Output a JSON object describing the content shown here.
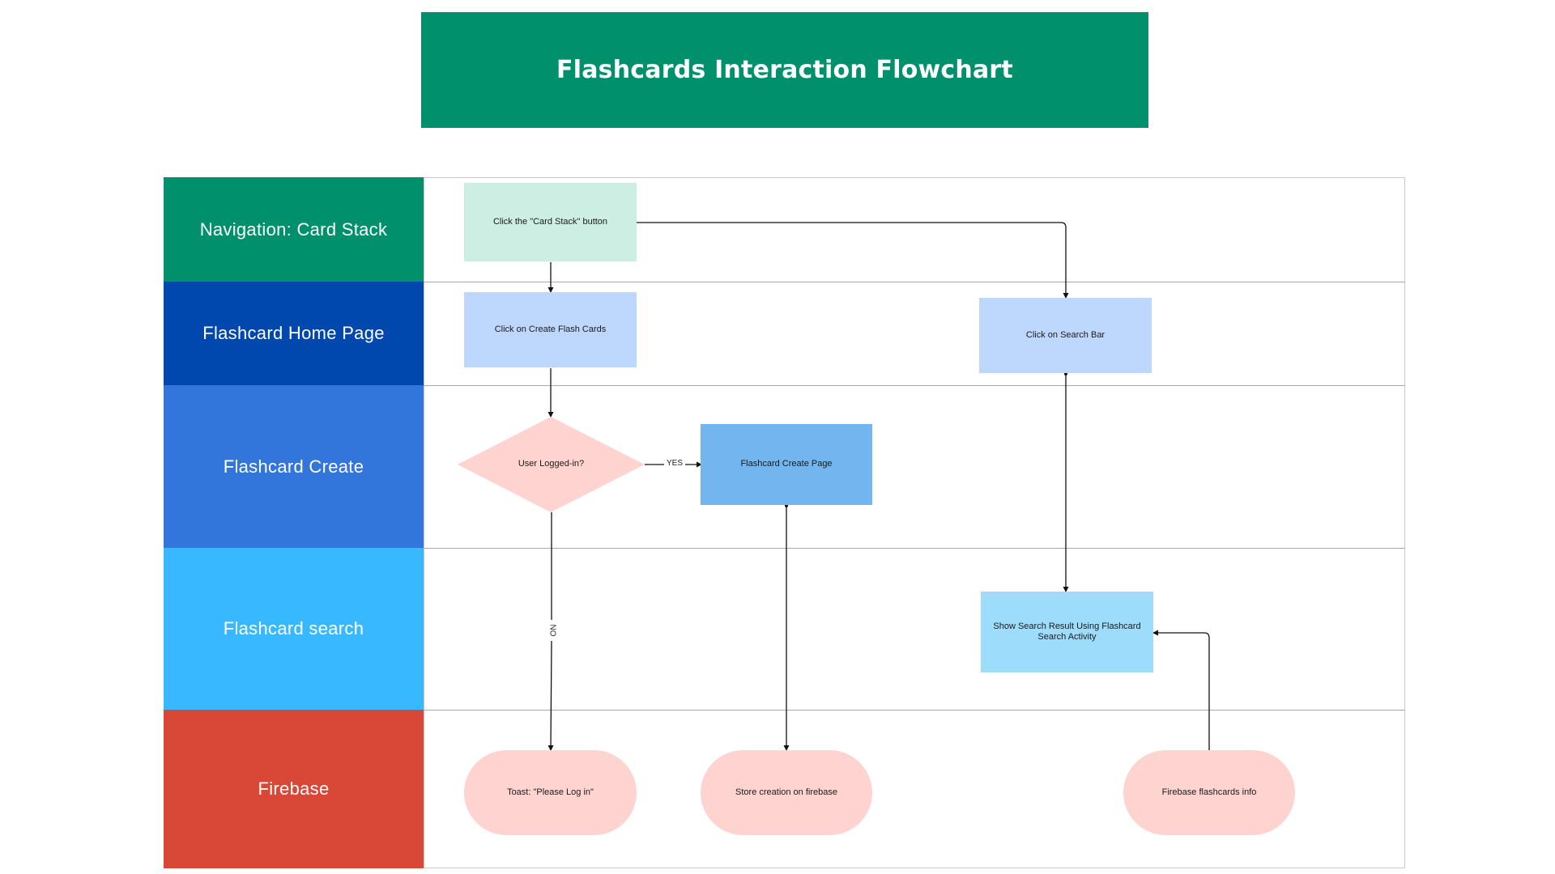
{
  "title": "Flashcards Interaction Flowchart",
  "colors": {
    "title_bg": "#00916C",
    "lane_navigation": "#00916C",
    "lane_home": "#0048AD",
    "lane_create": "#3275DB",
    "lane_search": "#38B8FF",
    "lane_firebase": "#D94837",
    "node_mint": "#CDEEE3",
    "node_blue": "#BED8FD",
    "node_mid_blue": "#73B6EF",
    "node_sky": "#9EDCFB",
    "node_pink": "#FFD3CF"
  },
  "lanes": [
    {
      "label": "Navigation: Card Stack"
    },
    {
      "label": "Flashcard Home Page"
    },
    {
      "label": "Flashcard Create"
    },
    {
      "label": "Flashcard search"
    },
    {
      "label": "Firebase"
    }
  ],
  "nodes": {
    "card_stack_button": {
      "label": "Click the \"Card Stack\" button",
      "shape": "rectangle"
    },
    "create_flash_cards": {
      "label": "Click on Create Flash Cards",
      "shape": "rectangle"
    },
    "search_bar": {
      "label": "Click on Search Bar",
      "shape": "rectangle"
    },
    "user_logged_in": {
      "label": "User Logged-in?",
      "shape": "diamond"
    },
    "create_page": {
      "label": "Flashcard Create Page",
      "shape": "rectangle"
    },
    "search_result": {
      "label": "Show Search Result Using Flashcard Search Activity",
      "shape": "rectangle"
    },
    "toast_login": {
      "label": "Toast: \"Please Log in\"",
      "shape": "pill"
    },
    "store_creation": {
      "label": "Store creation on firebase",
      "shape": "pill"
    },
    "firebase_info": {
      "label": "Firebase flashcards info",
      "shape": "pill"
    }
  },
  "edges": [
    {
      "from": "card_stack_button",
      "to": "create_flash_cards",
      "label": ""
    },
    {
      "from": "card_stack_button",
      "to": "search_bar",
      "label": ""
    },
    {
      "from": "create_flash_cards",
      "to": "user_logged_in",
      "label": ""
    },
    {
      "from": "user_logged_in",
      "to": "create_page",
      "label": "YES"
    },
    {
      "from": "user_logged_in",
      "to": "toast_login",
      "label": "NO"
    },
    {
      "from": "create_page",
      "to": "store_creation",
      "label": ""
    },
    {
      "from": "search_bar",
      "to": "search_result",
      "label": ""
    },
    {
      "from": "firebase_info",
      "to": "search_result",
      "label": ""
    }
  ]
}
